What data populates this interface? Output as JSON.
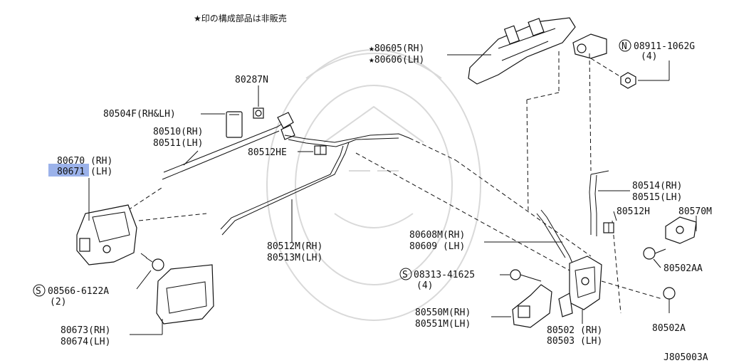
{
  "note": "★印の構成部品は非販売",
  "diagram_id": "J805003A",
  "highlight_part": "80671",
  "colors": {
    "line": "#111111",
    "highlight": "#8aa4e6",
    "watermark": "#d9d9d9"
  },
  "labels": {
    "l80605": "★80605(RH)",
    "l80606": "★80606(LH)",
    "l08911": "08911-1062G",
    "l08911_qty": "(4)",
    "l80287": "80287N",
    "l80504": "80504F(RH&LH)",
    "l80510": "80510(RH)",
    "l80511": "80511(LH)",
    "l80512he": "80512HE",
    "l80670": "80670 (RH)",
    "l80671": "80671 (LH)",
    "l80514": "80514(RH)",
    "l80515": "80515(LH)",
    "l80512h": "80512H",
    "l80570": "80570M",
    "l80608": "80608M(RH)",
    "l80609": "80609 (LH)",
    "l80512m": "80512M(RH)",
    "l80513m": "80513M(LH)",
    "l80502aa": "80502AA",
    "l08313": "08313-41625",
    "l08313_qty": "(4)",
    "l08566": "08566-6122A",
    "l08566_qty": "(2)",
    "l80550": "80550M(RH)",
    "l80551": "80551M(LH)",
    "l80502a": "80502A",
    "l80502": "80502 (RH)",
    "l80503": "80503 (LH)",
    "l80673": "80673(RH)",
    "l80674": "80674(LH)",
    "prefix_n": "N",
    "prefix_s": "S"
  }
}
